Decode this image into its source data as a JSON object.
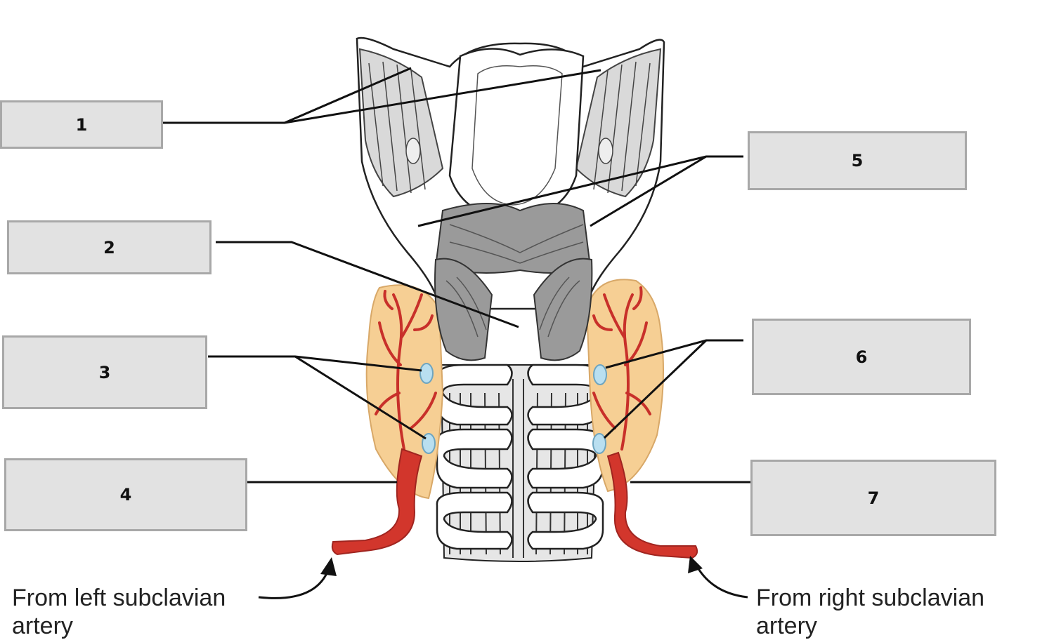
{
  "labels": [
    {
      "id": 1,
      "text": "1"
    },
    {
      "id": 2,
      "text": "2"
    },
    {
      "id": 3,
      "text": "3"
    },
    {
      "id": 4,
      "text": "4"
    },
    {
      "id": 5,
      "text": "5"
    },
    {
      "id": 6,
      "text": "6"
    },
    {
      "id": 7,
      "text": "7"
    }
  ],
  "captions": {
    "left": {
      "line1": "From left subclavian",
      "line2": "artery"
    },
    "right": {
      "line1": "From right subclavian",
      "line2": "artery"
    }
  },
  "colors": {
    "cartilage": "#ffffff",
    "muscle": "#9a9a9a",
    "thyroid": "#f6cf94",
    "artery": "#d2362c",
    "parathyroid": "#b9dff0",
    "label_fill": "#e2e2e2",
    "label_border": "#a8a8a8"
  }
}
